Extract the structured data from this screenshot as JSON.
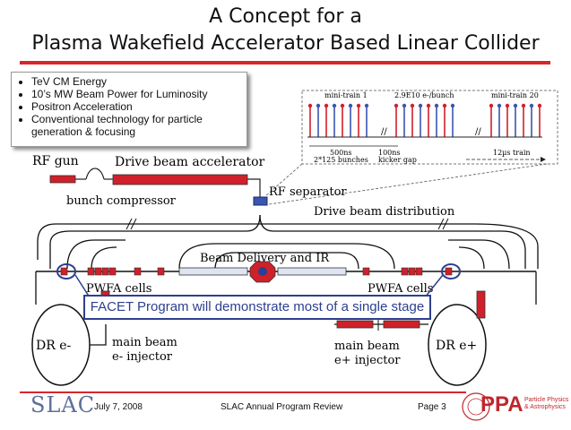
{
  "title": {
    "line1": "A Concept for a",
    "line2": "Plasma Wakefield Accelerator Based Linear Collider"
  },
  "bullets": [
    "TeV CM Energy",
    "10’s MW Beam Power for Luminosity",
    "Positron Acceleration",
    "Conventional technology for particle generation & focusing"
  ],
  "timing": {
    "mini_train_1": "mini-train 1",
    "per_bunch": "2.9E10 e-/bunch",
    "mini_train_20": "mini-train 20",
    "dur_500": "500ns",
    "bunches": "2*125 bunches",
    "dur_100": "100ns",
    "kicker_gap": "kicker gap",
    "train": "12µs train"
  },
  "labels": {
    "rf_gun": "RF gun",
    "drive_beam_accel": "Drive beam accelerator",
    "bunch_compressor": "bunch compressor",
    "rf_separator": "RF separator",
    "drive_beam_dist": "Drive beam distribution",
    "beam_delivery": "Beam Delivery and IR",
    "pwfa_left": "PWFA cells",
    "pwfa_right": "PWFA cells",
    "dr_eminus": "DR e-",
    "dr_eplus": "DR e+",
    "main_beam_left_1": "main beam",
    "main_beam_left_2": "e- injector",
    "main_beam_right_1": "main beam",
    "main_beam_right_2": "e+ injector"
  },
  "facet": "FACET Program will demonstrate most of a single stage",
  "footer": {
    "date": "July 7, 2008",
    "event": "SLAC Annual Program Review",
    "page": "Page  3",
    "slac_logo": "SLAC",
    "ppa_logo": "PPA",
    "ppa_sub1": "Particle Physics",
    "ppa_sub2": "& Astrophysics"
  },
  "colors": {
    "accent_red": "#d7262b",
    "beam_red": "#d0202a",
    "facet_blue": "#2d3f8f",
    "pulse_blue": "#3a55b0"
  }
}
